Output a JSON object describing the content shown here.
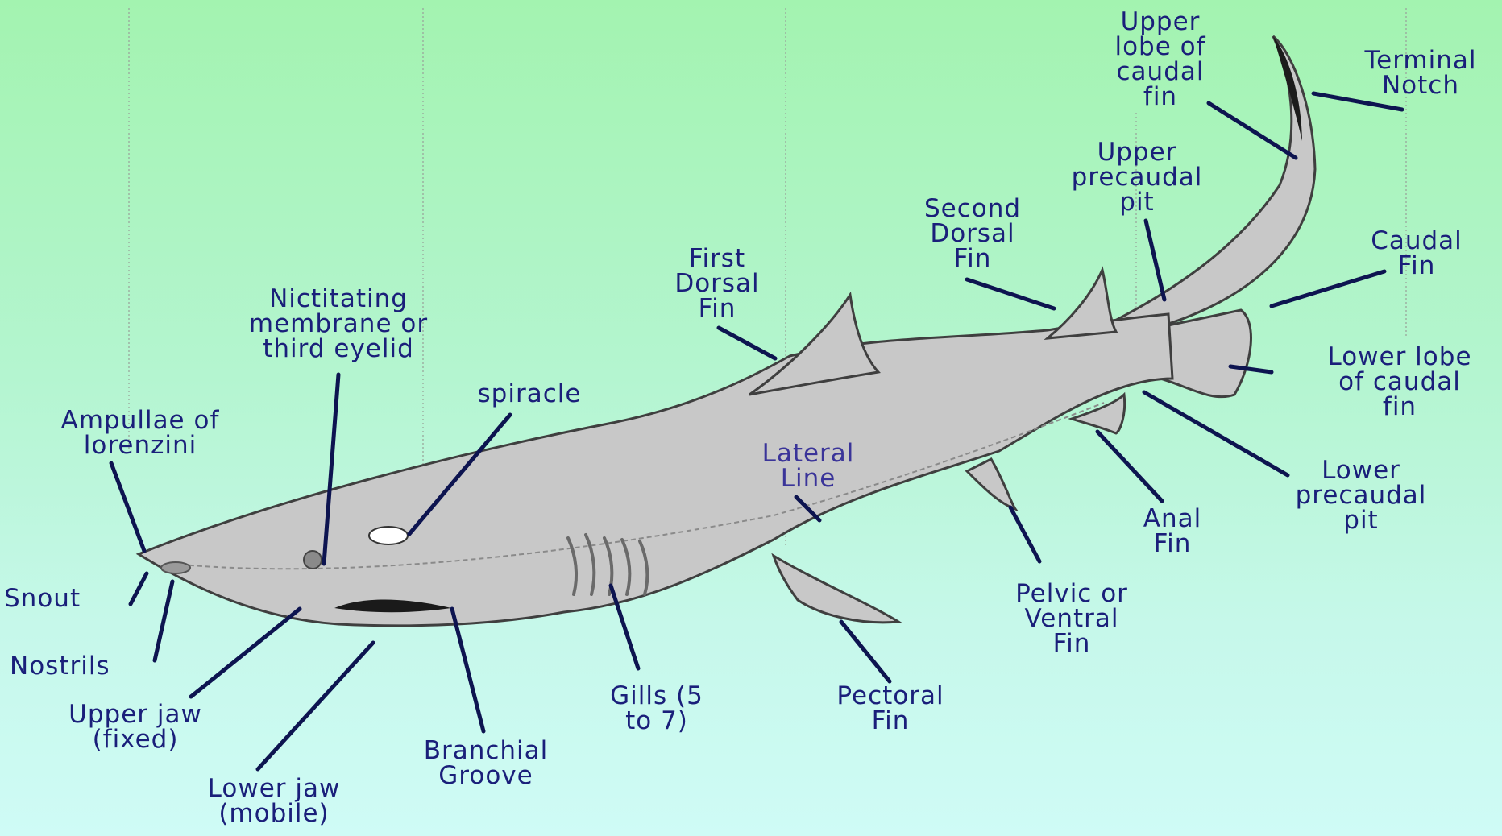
{
  "colors": {
    "background_top": "#a3f3b0",
    "background_bottom": "#cffbf6",
    "label": "#1a1f7a",
    "leader_line": "#0d1450",
    "shark_body": "#c8c8c8",
    "shark_outline": "#444444"
  },
  "labels": {
    "upper_lobe": "Upper\nlobe of\ncaudal\nfin",
    "terminal_notch": "Terminal\nNotch",
    "upper_precaudal_pit": "Upper\nprecaudal\npit",
    "second_dorsal": "Second\nDorsal\nFin",
    "first_dorsal": "First\nDorsal\nFin",
    "caudal_fin": "Caudal\nFin",
    "nictitating": "Nictitating\nmembrane or\nthird eyelid",
    "spiracle": "spiracle",
    "lower_lobe": "Lower lobe\nof caudal\nfin",
    "ampullae": "Ampullae of\nlorenzini",
    "lateral_line": "Lateral\nLine",
    "lower_precaudal_pit": "Lower\nprecaudal\npit",
    "anal_fin": "Anal\nFin",
    "snout": "Snout",
    "pelvic_fin": "Pelvic or\nVentral\nFin",
    "nostrils": "Nostrils",
    "upper_jaw": "Upper jaw\n(fixed)",
    "gills": "Gills (5\nto 7)",
    "pectoral_fin": "Pectoral\nFin",
    "branchial_groove": "Branchial\nGroove",
    "lower_jaw": "Lower jaw\n(mobile)"
  }
}
